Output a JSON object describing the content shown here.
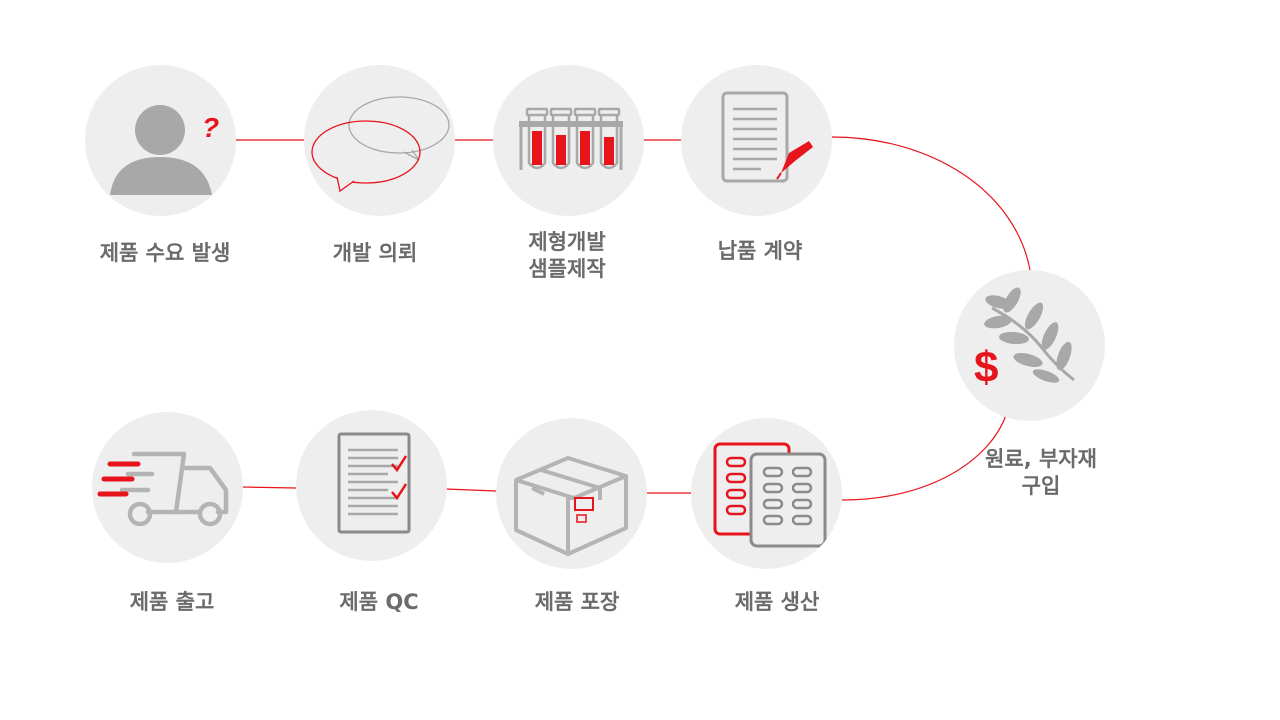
{
  "accent_color": "#e8141b",
  "icon_gray": "#a8a8a8",
  "steps": [
    {
      "label": "제품 수요 발생",
      "icon": "person-question-icon"
    },
    {
      "label": "개발 의뢰",
      "icon": "speech-bubbles-icon"
    },
    {
      "label": "제형개발\n샘플제작",
      "icon": "test-tubes-icon"
    },
    {
      "label": "납품 계약",
      "icon": "contract-pen-icon"
    },
    {
      "label": "원료, 부자재\n구입",
      "icon": "plant-dollar-icon"
    },
    {
      "label": "제품 생산",
      "icon": "pill-blister-icon"
    },
    {
      "label": "제품 포장",
      "icon": "package-box-icon"
    },
    {
      "label": "제품 QC",
      "icon": "checklist-icon"
    },
    {
      "label": "제품 출고",
      "icon": "delivery-truck-icon"
    }
  ]
}
